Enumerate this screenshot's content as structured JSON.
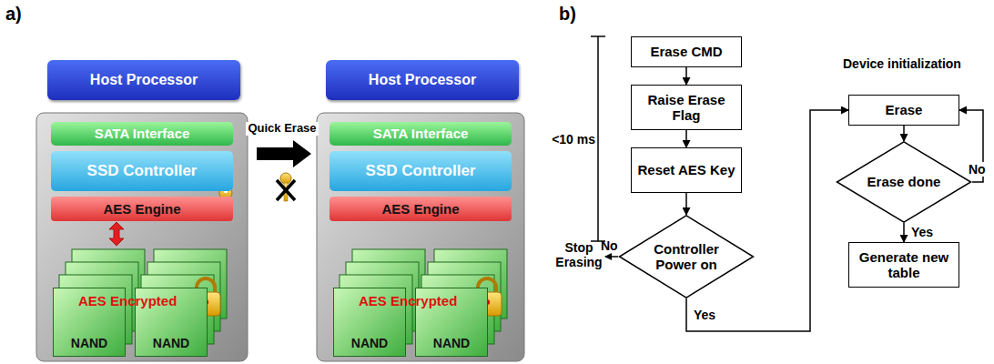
{
  "diagram": {
    "nodes": [
      {
        "text": [
          "Host Processor"
        ]
      },
      {
        "text": [
          "SATA Interface"
        ]
      },
      {
        "text": [
          "SSD Controller"
        ]
      },
      {
        "text": [
          "AES Engine"
        ]
      },
      {
        "text": [
          "NAND"
        ]
      },
      {
        "text": [
          "NAND"
        ]
      },
      {
        "text": [
          "Host Processor"
        ]
      },
      {
        "text": [
          "SATA Interface"
        ]
      },
      {
        "text": [
          "SSD Controller"
        ]
      },
      {
        "text": [
          "AES Engine"
        ]
      },
      {
        "text": [
          "NAND"
        ]
      },
      {
        "text": [
          "NAND"
        ]
      },
      {
        "text": [
          "Erase CMD"
        ]
      },
      {
        "text": [
          "Raise Erase Flag"
        ]
      },
      {
        "text": [
          "Reset AES Key"
        ]
      },
      {
        "text": [
          "Controller Power on"
        ]
      },
      {
        "text": [
          "Erase"
        ]
      },
      {
        "text": [
          "Erase done"
        ]
      },
      {
        "text": [
          "Generate new table"
        ]
      }
    ],
    "edges": [
      {
        "from": 12,
        "to": 13,
        "arrow": "to"
      },
      {
        "from": 13,
        "to": 14,
        "arrow": "to"
      },
      {
        "from": 14,
        "to": 15,
        "arrow": "to"
      },
      {
        "from": 15,
        "to": 16,
        "label": "Yes",
        "arrow": "to"
      },
      {
        "from": 16,
        "to": 17,
        "arrow": "to"
      },
      {
        "from": 17,
        "to": 16,
        "label": "No",
        "arrow": "to"
      },
      {
        "from": 17,
        "to": 18,
        "label": "Yes",
        "arrow": "to"
      }
    ],
    "labels": [
      "a)",
      "b)",
      "AES Encrypted",
      "AES Encrypted",
      "Quick Erase",
      "<10 ms",
      "Stop Erasing",
      "No",
      "Device initialization"
    ]
  }
}
